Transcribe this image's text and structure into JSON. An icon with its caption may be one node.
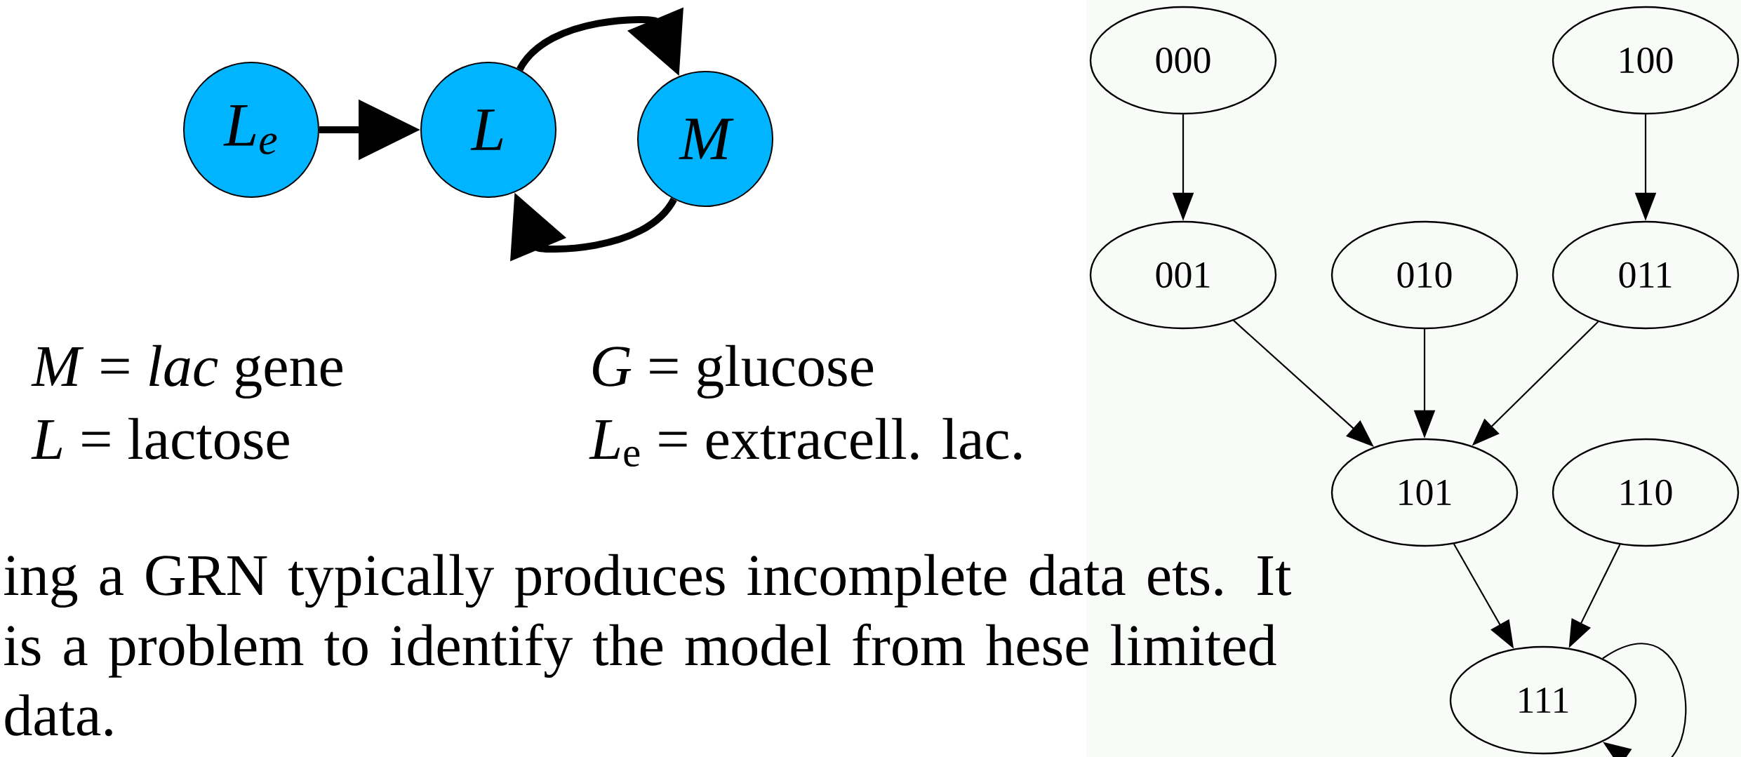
{
  "diagram": {
    "nodes": [
      {
        "text": [
          "L$_{e}$"
        ]
      },
      {
        "text": [
          "L"
        ]
      },
      {
        "text": [
          "M"
        ]
      },
      {
        "text": [
          "000"
        ]
      },
      {
        "text": [
          "100"
        ]
      },
      {
        "text": [
          "001"
        ]
      },
      {
        "text": [
          "010"
        ]
      },
      {
        "text": [
          "011"
        ]
      },
      {
        "text": [
          "101"
        ]
      },
      {
        "text": [
          "110"
        ]
      },
      {
        "text": [
          "111"
        ]
      }
    ],
    "edges": [
      {
        "from": 0,
        "to": 1,
        "arrow": "to",
        "style": "thick"
      },
      {
        "from": 1,
        "to": 2,
        "arrow": "to",
        "style": "thick"
      },
      {
        "from": 2,
        "to": 1,
        "arrow": "to",
        "style": "thick"
      },
      {
        "from": 3,
        "to": 5,
        "arrow": "to"
      },
      {
        "from": 4,
        "to": 7,
        "arrow": "to"
      },
      {
        "from": 5,
        "to": 8,
        "arrow": "to"
      },
      {
        "from": 6,
        "to": 8,
        "arrow": "to"
      },
      {
        "from": 7,
        "to": 8,
        "arrow": "to"
      },
      {
        "from": 8,
        "to": 10,
        "arrow": "to"
      },
      {
        "from": 9,
        "to": 10,
        "arrow": "to"
      },
      {
        "from": 10,
        "to": 10,
        "arrow": "to"
      }
    ],
    "labels": [
      "*M* = *lac* gene",
      "*G* = glucose",
      "*L* = lactose",
      "*L*$_{e}$ = extracell. lac.",
      "ing a GRN typically produces incomplete data ets. It is a problem to identify the model from hese limited data."
    ]
  }
}
